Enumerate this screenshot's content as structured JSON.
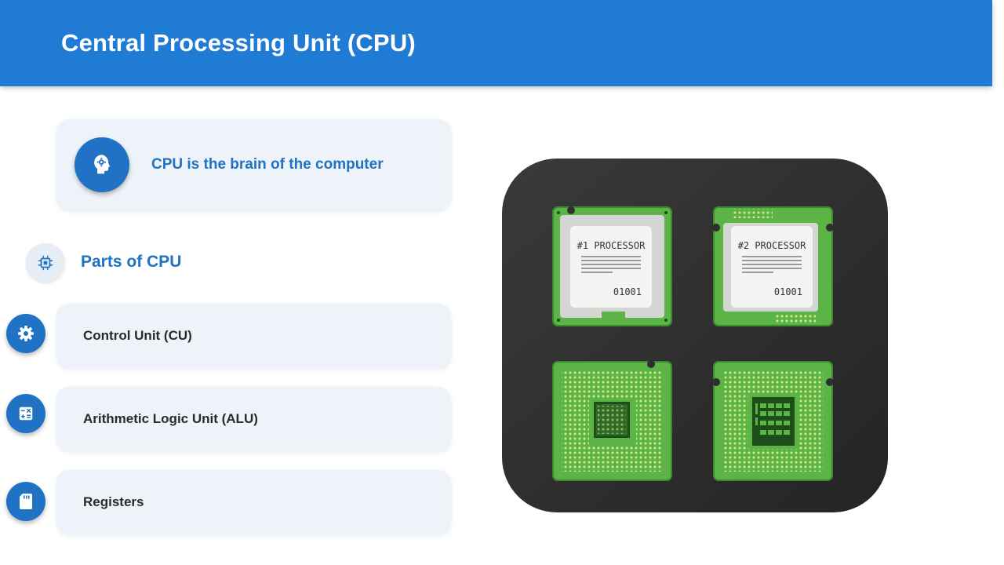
{
  "header": {
    "title": "Central Processing Unit (CPU)"
  },
  "intro": {
    "text": "CPU is the brain of the computer",
    "icon": "brain-head-icon"
  },
  "parts": {
    "title": "Parts of CPU",
    "title_icon": "chip-icon",
    "items": [
      {
        "label": "Control Unit (CU)",
        "icon": "gear-icon"
      },
      {
        "label": "Arithmetic Logic Unit (ALU)",
        "icon": "calculator-icon"
      },
      {
        "label": "Registers",
        "icon": "memory-card-icon"
      }
    ]
  },
  "illustration": {
    "processors": [
      {
        "name": "#1 PROCESSOR",
        "code": "01001"
      },
      {
        "name": "#2 PROCESSOR",
        "code": "01001"
      }
    ],
    "colors": {
      "board": "#5cb447",
      "background": "#2e2e2e",
      "accent": "#1f72c4"
    }
  }
}
